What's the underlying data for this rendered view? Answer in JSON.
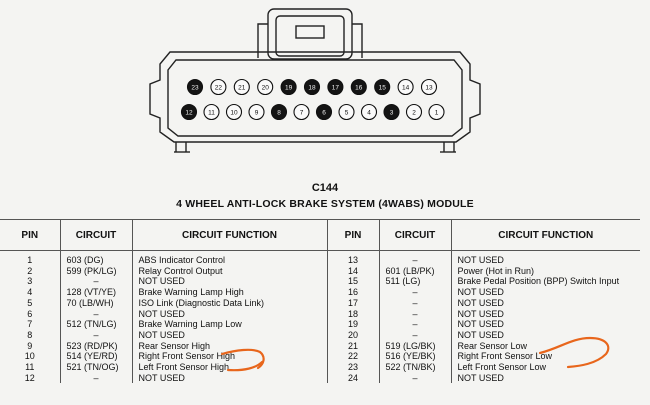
{
  "connector": {
    "id": "C144",
    "module_title": "4 WHEEL ANTI-LOCK BRAKE SYSTEM (4WABS) MODULE",
    "top_row": [
      {
        "num": "23",
        "filled": true
      },
      {
        "num": "22",
        "filled": false
      },
      {
        "num": "21",
        "filled": false
      },
      {
        "num": "20",
        "filled": false
      },
      {
        "num": "19",
        "filled": true
      },
      {
        "num": "18",
        "filled": true
      },
      {
        "num": "17",
        "filled": true
      },
      {
        "num": "16",
        "filled": true
      },
      {
        "num": "15",
        "filled": true
      },
      {
        "num": "14",
        "filled": false
      },
      {
        "num": "13",
        "filled": false
      }
    ],
    "bottom_row": [
      {
        "num": "12",
        "filled": true
      },
      {
        "num": "11",
        "filled": false
      },
      {
        "num": "10",
        "filled": false
      },
      {
        "num": "9",
        "filled": false
      },
      {
        "num": "8",
        "filled": true
      },
      {
        "num": "7",
        "filled": false
      },
      {
        "num": "6",
        "filled": true
      },
      {
        "num": "5",
        "filled": false
      },
      {
        "num": "4",
        "filled": false
      },
      {
        "num": "3",
        "filled": true
      },
      {
        "num": "2",
        "filled": false
      },
      {
        "num": "1",
        "filled": false
      }
    ]
  },
  "table": {
    "headers": {
      "pin": "PIN",
      "circuit": "CIRCUIT",
      "function": "CIRCUIT FUNCTION"
    },
    "left_rows": [
      {
        "pin": "1",
        "circuit": "603 (DG)",
        "function": "ABS Indicator Control"
      },
      {
        "pin": "2",
        "circuit": "599 (PK/LG)",
        "function": "Relay Control Output"
      },
      {
        "pin": "3",
        "circuit": "–",
        "function": "NOT USED"
      },
      {
        "pin": "4",
        "circuit": "128 (VT/YE)",
        "function": "Brake Warning Lamp High"
      },
      {
        "pin": "5",
        "circuit": "70 (LB/WH)",
        "function": "ISO Link (Diagnostic Data Link)"
      },
      {
        "pin": "6",
        "circuit": "–",
        "function": "NOT USED"
      },
      {
        "pin": "7",
        "circuit": "512 (TN/LG)",
        "function": "Brake Warning Lamp Low"
      },
      {
        "pin": "8",
        "circuit": "–",
        "function": "NOT USED"
      },
      {
        "pin": "9",
        "circuit": "523 (RD/PK)",
        "function": "Rear Sensor High"
      },
      {
        "pin": "10",
        "circuit": "514 (YE/RD)",
        "function": "Right Front Sensor High"
      },
      {
        "pin": "11",
        "circuit": "521 (TN/OG)",
        "function": "Left Front Sensor High"
      },
      {
        "pin": "12",
        "circuit": "–",
        "function": "NOT USED"
      }
    ],
    "right_rows": [
      {
        "pin": "13",
        "circuit": "–",
        "function": "NOT USED"
      },
      {
        "pin": "14",
        "circuit": "601 (LB/PK)",
        "function": "Power (Hot in Run)"
      },
      {
        "pin": "15",
        "circuit": "511 (LG)",
        "function": "Brake Pedal Position (BPP) Switch Input"
      },
      {
        "pin": "16",
        "circuit": "–",
        "function": "NOT USED"
      },
      {
        "pin": "17",
        "circuit": "–",
        "function": "NOT USED"
      },
      {
        "pin": "18",
        "circuit": "–",
        "function": "NOT USED"
      },
      {
        "pin": "19",
        "circuit": "–",
        "function": "NOT USED"
      },
      {
        "pin": "20",
        "circuit": "–",
        "function": "NOT USED"
      },
      {
        "pin": "21",
        "circuit": "519 (LG/BK)",
        "function": "Rear Sensor Low"
      },
      {
        "pin": "22",
        "circuit": "516 (YE/BK)",
        "function": "Right Front Sensor Low"
      },
      {
        "pin": "23",
        "circuit": "522 (TN/BK)",
        "function": "Left Front Sensor Low"
      },
      {
        "pin": "24",
        "circuit": "–",
        "function": "NOT USED"
      }
    ]
  },
  "annotation_color": "#e8661c",
  "pin_fill_color": "#141414"
}
